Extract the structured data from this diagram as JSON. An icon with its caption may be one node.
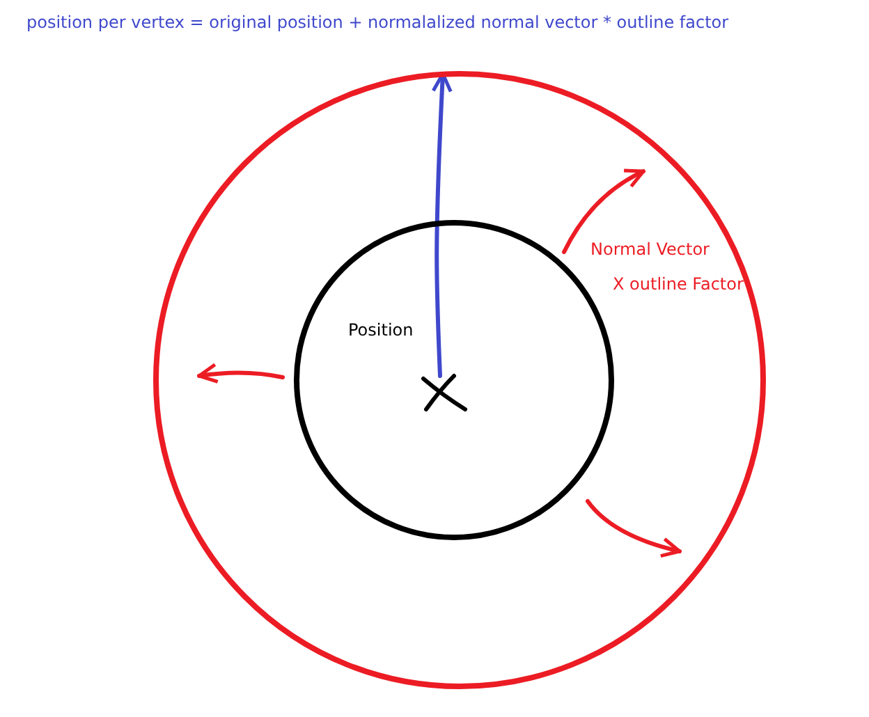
{
  "diagram": {
    "title": "position per vertex = original position + normalalized normal vector * outline factor",
    "nodes": [
      {
        "text": [],
        "shape": "circle"
      },
      {
        "text": [],
        "shape": "circle",
        "in": 0
      },
      {
        "text": [],
        "shape": "cross",
        "in": 1
      }
    ],
    "edges": [
      {
        "from": 2,
        "to": 0,
        "arrow": "to"
      }
    ],
    "labels": [
      "Position",
      "Normal Vector",
      "X outline Factor"
    ]
  }
}
